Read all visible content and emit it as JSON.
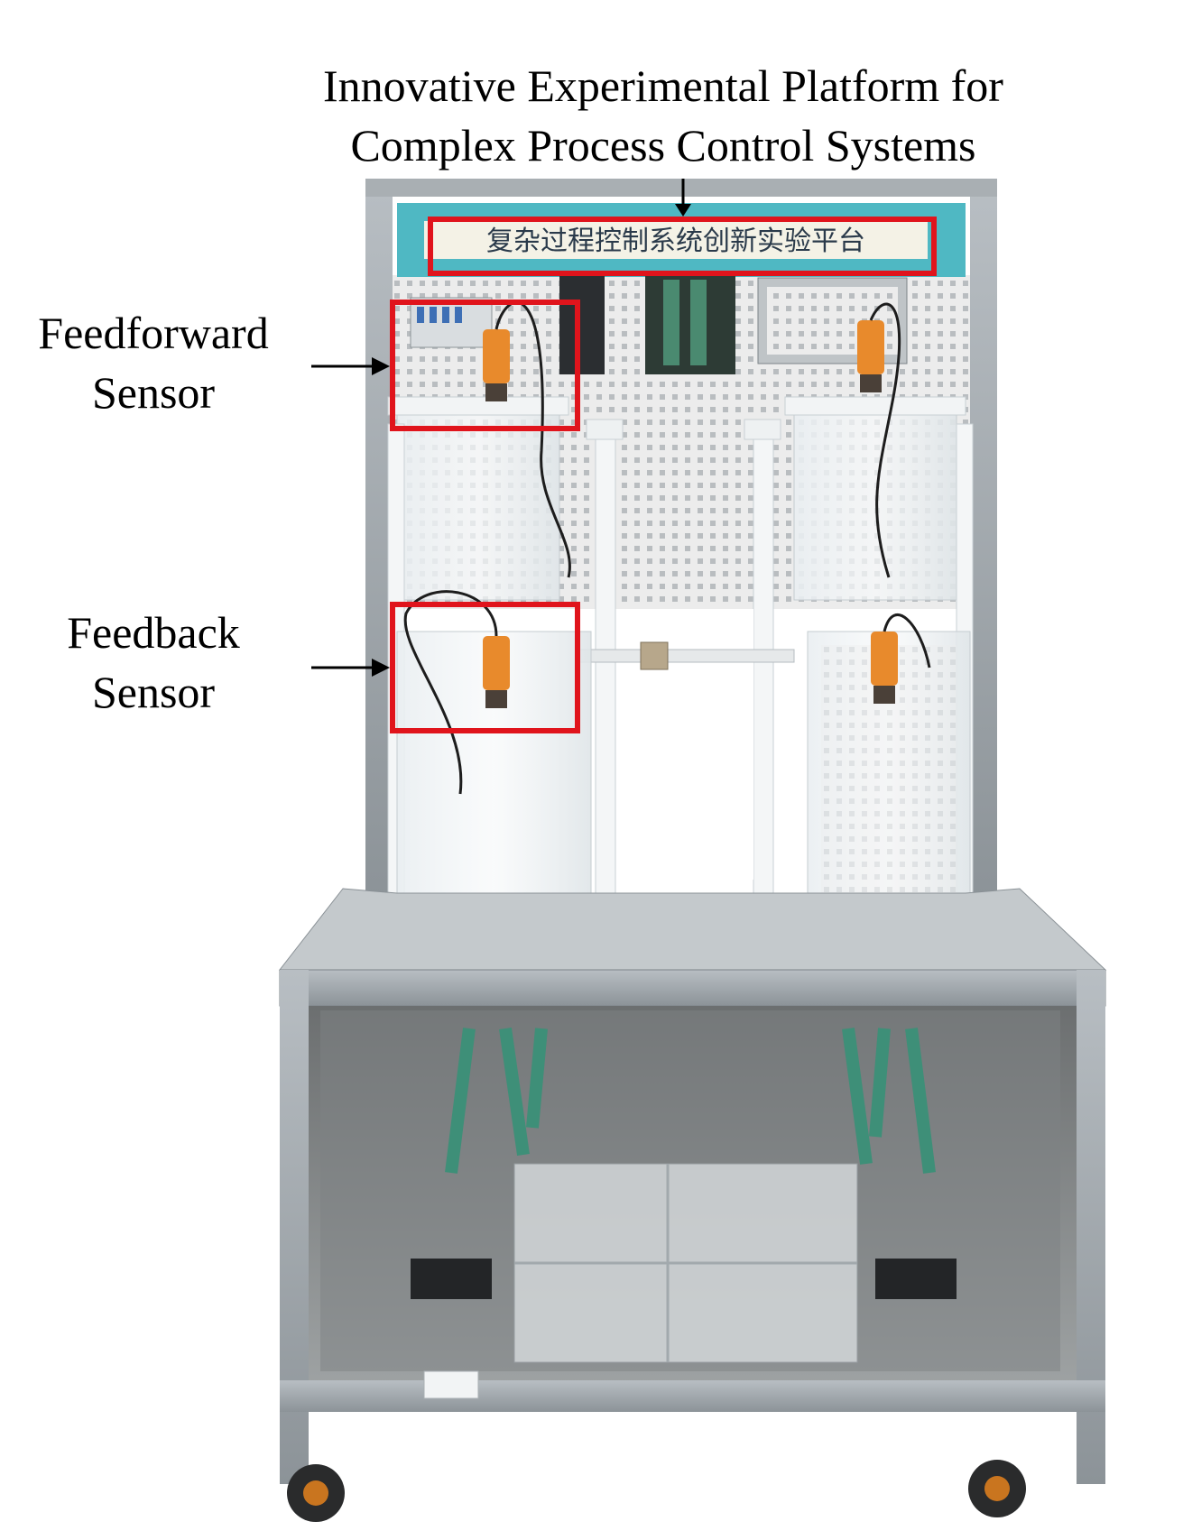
{
  "title": {
    "line1": "Innovative Experimental Platform for",
    "line2": "Complex Process Control Systems"
  },
  "labels": {
    "feedforward_line1": "Feedforward",
    "feedforward_line2": "Sensor",
    "feedback_line1": "Feedback",
    "feedback_line2": "Sensor"
  },
  "panel_sign": "复杂过程控制系统创新实验平台",
  "colors": {
    "highlight_box": "#e0141c",
    "sign_background": "#4fb8c3",
    "frame_gray": "#9aa1a6",
    "sensor_orange": "#e88a2c",
    "pipe_green": "#3e8f78"
  }
}
